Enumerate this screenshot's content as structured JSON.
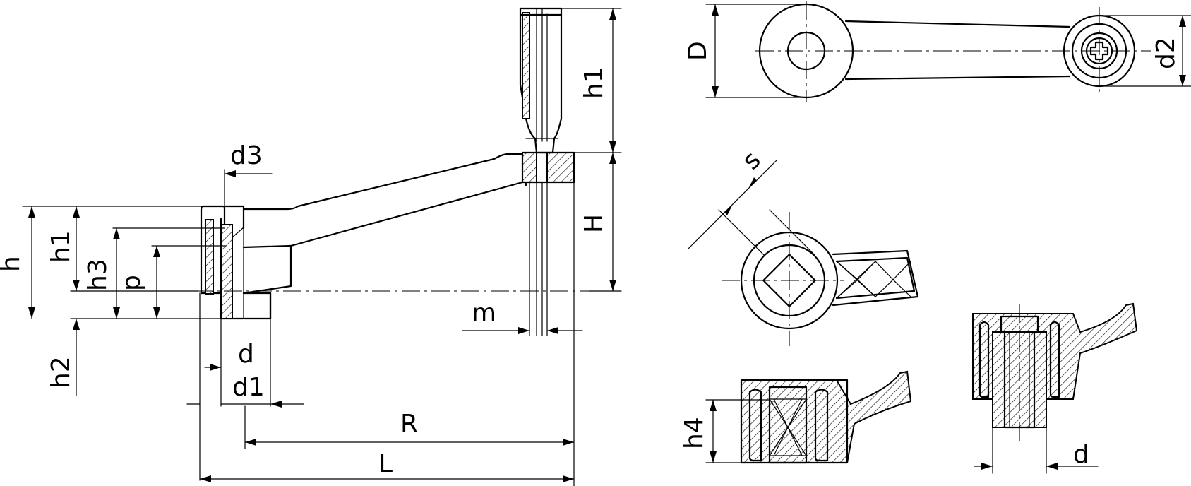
{
  "drawing": {
    "labels": {
      "h": "h",
      "h1_left": "h1",
      "h3": "h3",
      "p": "p",
      "h2": "h2",
      "d3": "d3",
      "d_left": "d",
      "d1": "d1",
      "R": "R",
      "L": "L",
      "m": "m",
      "H": "H",
      "h1_top": "h1",
      "D": "D",
      "d2": "d2",
      "s": "s",
      "h4": "h4",
      "d_right": "d"
    }
  }
}
